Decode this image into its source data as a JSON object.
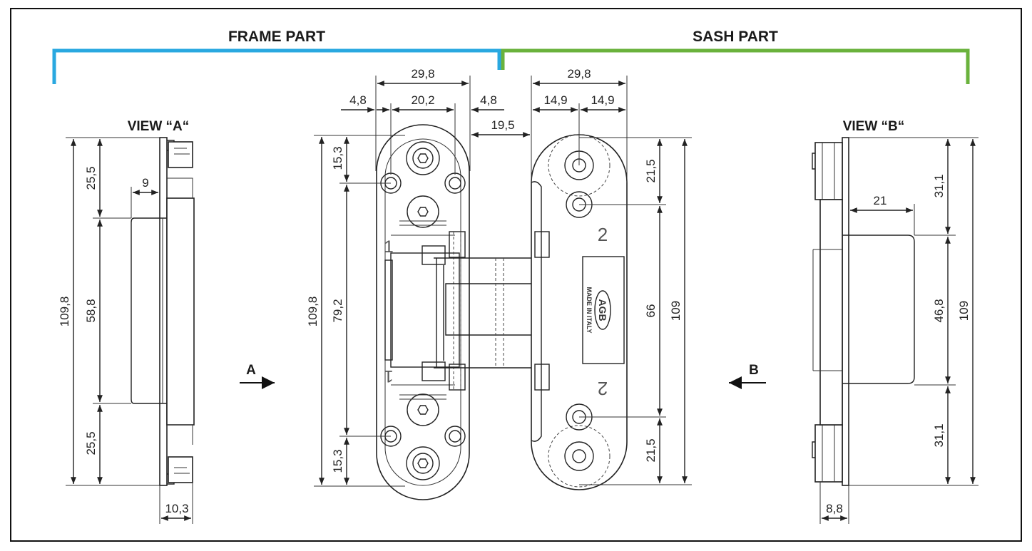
{
  "headers": {
    "frame": "FRAME PART",
    "sash": "SASH PART",
    "frame_color": "#29a8e0",
    "sash_color": "#6ab23c"
  },
  "views": {
    "a": "VIEW “A“",
    "b": "VIEW “B“"
  },
  "arrows": {
    "a": "A",
    "b": "B"
  },
  "view_a_dims": {
    "total_height": "109,8",
    "top": "25,5",
    "middle": "58,8",
    "bottom": "25,5",
    "offset": "9",
    "thickness": "10,3"
  },
  "frame_dims": {
    "width": "29,8",
    "left_margin": "4,8",
    "hole_spacing": "20,2",
    "right_margin": "4,8",
    "gap": "19,5",
    "total_height": "109,8",
    "top_hole": "15,3",
    "hole_pitch": "79,2",
    "bottom_hole": "15,3",
    "label_top": "1",
    "label_bottom": "1"
  },
  "sash_dims": {
    "width": "29,8",
    "half_left": "14,9",
    "half_right": "14,9",
    "top_hole": "21,5",
    "hole_pitch": "66",
    "total_height": "109",
    "bottom_hole": "21,5",
    "label_top": "2",
    "label_bottom": "2",
    "logo": "AGB",
    "made_in": "MADE IN ITALY"
  },
  "view_b_dims": {
    "top": "31,1",
    "middle": "46,8",
    "bottom": "31,1",
    "total_height": "109",
    "depth": "21",
    "thickness": "8,8"
  }
}
